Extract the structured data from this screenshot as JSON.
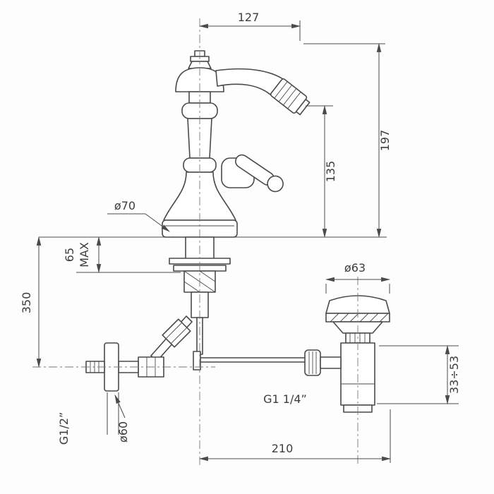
{
  "drawing": {
    "title": "bidet-mixer-technical-drawing",
    "colors": {
      "line": "#4a4a4a",
      "text": "#3d3d3d",
      "background": "#fdfdfd"
    },
    "labels": {
      "dim_127": "127",
      "dim_197": "197",
      "dim_135": "135",
      "dia_70": "ø70",
      "dim_65": "65",
      "max": "MAX",
      "dim_350": "350",
      "dia_63": "ø63",
      "dim_33_53": "33÷53",
      "thread_g114": "G1 1/4”",
      "dim_210": "210",
      "thread_g12": "G1/2”",
      "dia_60": "ø60"
    }
  }
}
